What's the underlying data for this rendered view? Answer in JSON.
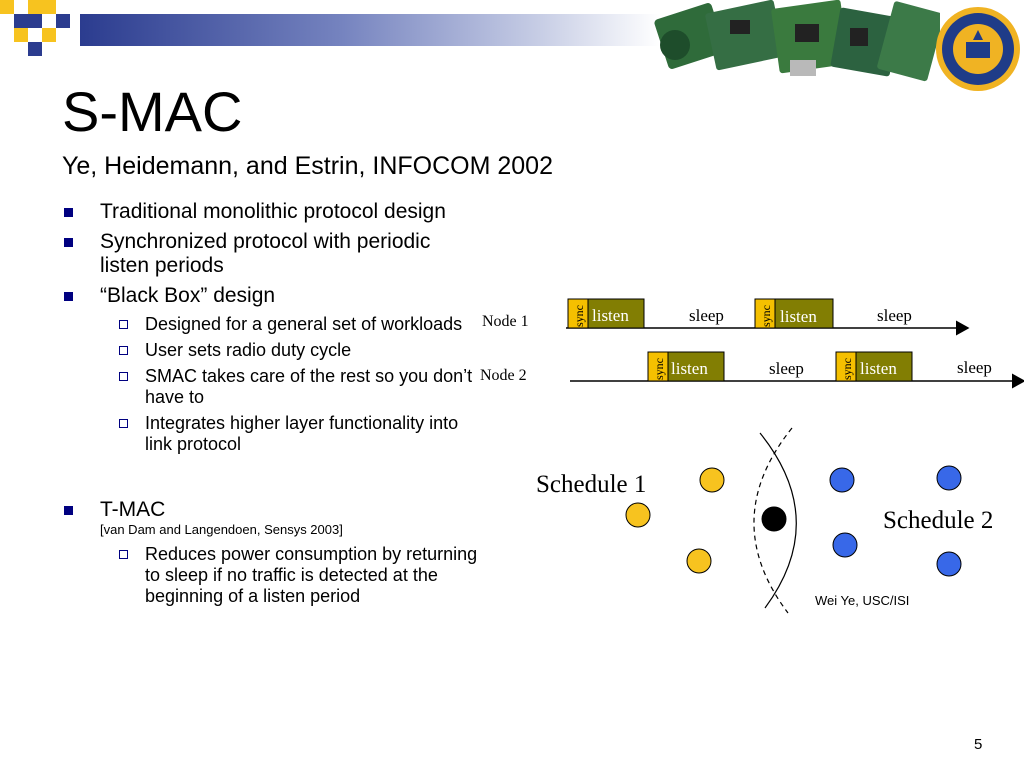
{
  "slide": {
    "title": "S-MAC",
    "subtitle": "Ye, Heidemann, and Estrin, INFOCOM 2002",
    "page_number": "5",
    "credit": "Wei Ye, USC/ISI"
  },
  "colors": {
    "bullet_square": "#000080",
    "banner_dark": "#2b3c8f",
    "listen_box": "#827e03",
    "sync_box": "#f5c000",
    "schedule1_dot": "#f7c31f",
    "schedule2_dot": "#3868e8",
    "border_node": "#000000"
  },
  "bullets": [
    {
      "level": 1,
      "text": "Traditional monolithic protocol design"
    },
    {
      "level": 1,
      "text": "Synchronized protocol with periodic listen periods"
    },
    {
      "level": 1,
      "text": "“Black Box” design"
    },
    {
      "level": 2,
      "text": "Designed for a general set of workloads"
    },
    {
      "level": 2,
      "text": "User sets radio duty cycle"
    },
    {
      "level": 2,
      "text": "SMAC takes care of the rest so you don’t have to"
    },
    {
      "level": 2,
      "text": "Integrates higher layer functionality into link protocol"
    },
    {
      "level": 1,
      "text": "T-MAC",
      "ref": "[van Dam and Langendoen, Sensys 2003]"
    },
    {
      "level": 2,
      "text": "Reduces power consumption by returning to sleep if no traffic is detected at the beginning of a listen period"
    }
  ],
  "timeline": {
    "nodes": [
      {
        "label": "Node 1",
        "segments": [
          "sync",
          "listen",
          "sleep",
          "sync",
          "listen",
          "sleep"
        ]
      },
      {
        "label": "Node 2",
        "segments": [
          "sync",
          "listen",
          "sleep",
          "sync",
          "listen",
          "sleep"
        ]
      }
    ],
    "sync_label": "sync",
    "listen_label": "listen",
    "sleep_label": "sleep"
  },
  "schedules": {
    "schedule1": "Schedule 1",
    "schedule2": "Schedule 2"
  },
  "icons": [
    "checker-logo-icon",
    "circuit-boards-photo",
    "uc-seal-icon"
  ]
}
